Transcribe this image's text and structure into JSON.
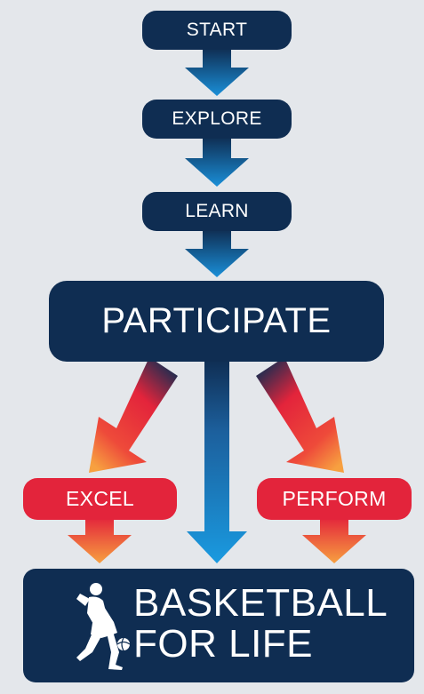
{
  "flow": {
    "start": "START",
    "explore": "EXPLORE",
    "learn": "LEARN",
    "participate": "PARTICIPATE",
    "excel": "EXCEL",
    "perform": "PERFORM",
    "outcome": {
      "line1": "BASKETBALL",
      "line2": "FOR LIFE"
    }
  },
  "colors": {
    "navy": "#0f2d52",
    "red": "#e3243b",
    "blue_arrow": "#1a8fd8",
    "orange_arrow": "#f7a040",
    "background": "#e4e7eb"
  },
  "icons": {
    "outcome_icon": "basketball-player-icon"
  }
}
